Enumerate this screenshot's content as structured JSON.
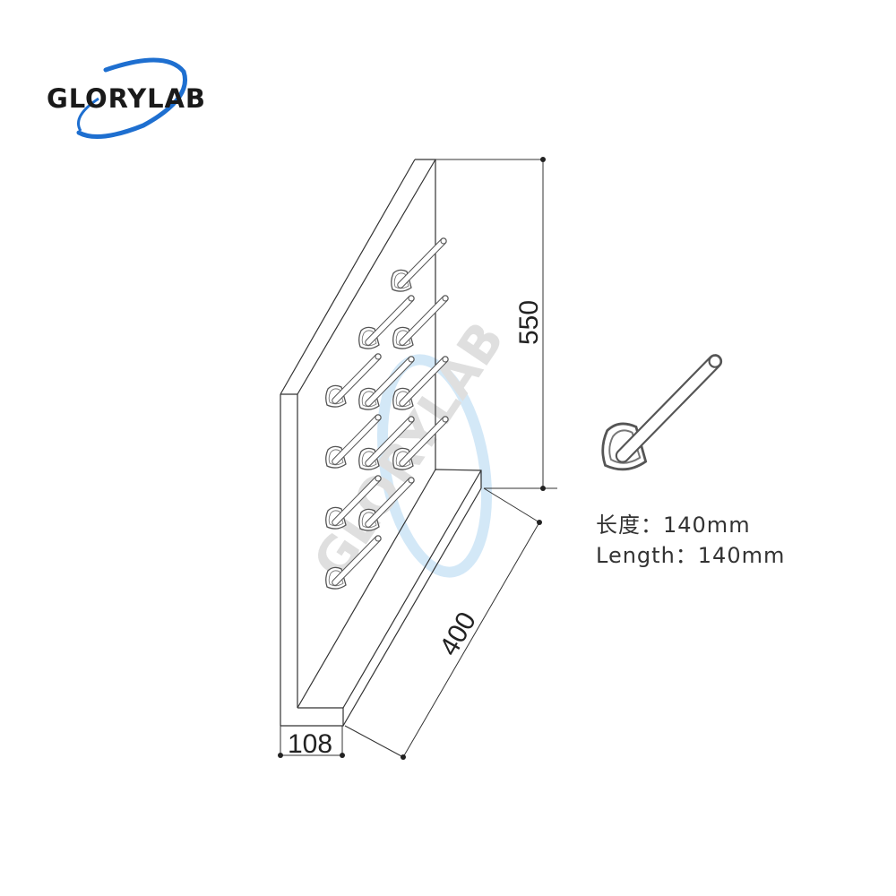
{
  "logo": {
    "text": "GLORYLAB",
    "text_color": "#1a1a1a",
    "swoosh_color": "#1e6fd0"
  },
  "watermark": {
    "text": "GLORYLAB",
    "color": "#d8d8d8",
    "arc_color": "#cfe6f7"
  },
  "dimensions": {
    "height": "550",
    "depth": "400",
    "width": "108"
  },
  "hook_spec": {
    "label_cn": "长度",
    "value_cn": "140mm",
    "label_en": "Length",
    "value_en": "140mm",
    "separator": "："
  },
  "hook_count": 12,
  "colors": {
    "line": "#333333",
    "hook_outline": "#555555"
  }
}
